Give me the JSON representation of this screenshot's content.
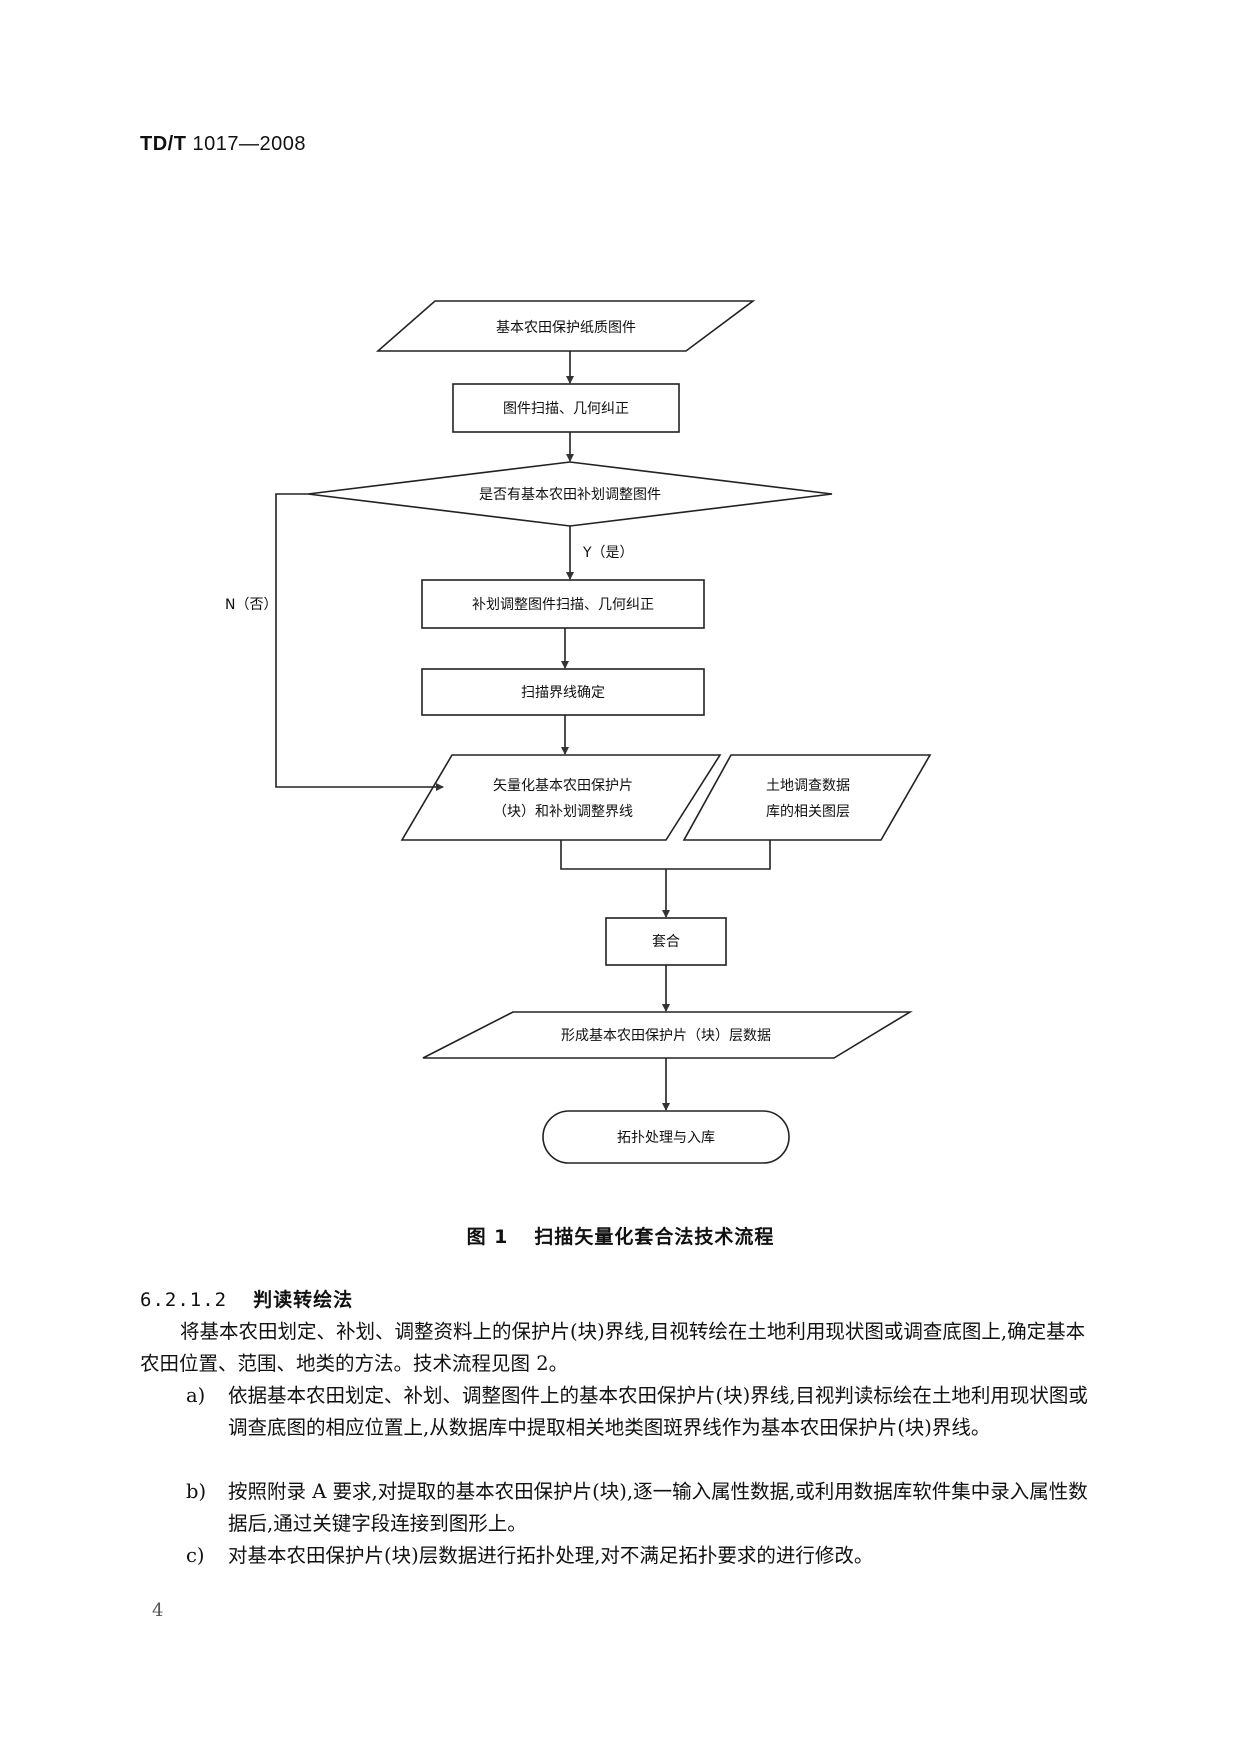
{
  "header": {
    "std_code": "TD/T",
    "std_number": "1017—2008"
  },
  "flowchart": {
    "nodes": {
      "input_paper": "基本农田保护纸质图件",
      "scan_correct": "图件扫描、几何纠正",
      "decision": "是否有基本农田补划调整图件",
      "yes_label": "Y（是）",
      "no_label": "N（否）",
      "adjust_scan": "补划调整图件扫描、几何纠正",
      "boundary_confirm": "扫描界线确定",
      "vectorize_line1": "矢量化基本农田保护片",
      "vectorize_line2": "（块）和补划调整界线",
      "landdb_line1": "土地调查数据",
      "landdb_line2": "库的相关图层",
      "overlay": "套合",
      "form_layer": "形成基本农田保护片（块）层数据",
      "topology": "拓扑处理与入库"
    }
  },
  "figure": {
    "label": "图 1",
    "title": "扫描矢量化套合法技术流程"
  },
  "section": {
    "number": "6.2.1.2",
    "title": "判读转绘法",
    "intro": "将基本农田划定、补划、调整资料上的保护片(块)界线,目视转绘在土地利用现状图或调查底图上,确定基本农田位置、范围、地类的方法。技术流程见图 2。",
    "items": [
      {
        "mark": "a)",
        "text": "依据基本农田划定、补划、调整图件上的基本农田保护片(块)界线,目视判读标绘在土地利用现状图或调查底图的相应位置上,从数据库中提取相关地类图斑界线作为基本农田保护片(块)界线。"
      },
      {
        "mark": "b)",
        "text": "按照附录 A 要求,对提取的基本农田保护片(块),逐一输入属性数据,或利用数据库软件集中录入属性数据后,通过关键字段连接到图形上。"
      },
      {
        "mark": "c)",
        "text": "对基本农田保护片(块)层数据进行拓扑处理,对不满足拓扑要求的进行修改。"
      }
    ]
  },
  "page_number": "4"
}
